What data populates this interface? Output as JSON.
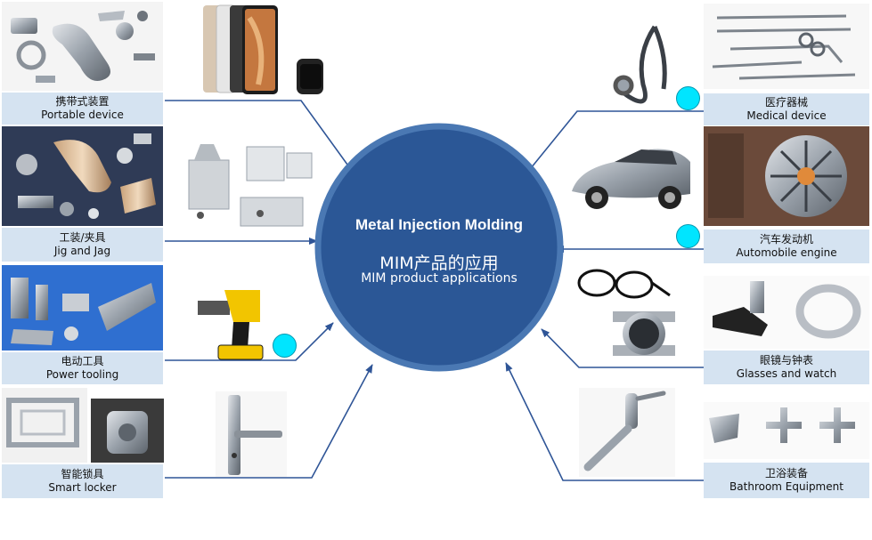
{
  "hub": {
    "title": "Metal Injection Molding",
    "subtitle_cn": "MIM产品的应用",
    "subtitle_en": "MIM product applications"
  },
  "categories": {
    "portable": {
      "cn": "携带式装置",
      "en": "Portable device"
    },
    "jig": {
      "cn": "工装/夹具",
      "en": "Jig and Jag"
    },
    "power": {
      "cn": "电动工具",
      "en": "Power tooling"
    },
    "locker": {
      "cn": "智能锁具",
      "en": "Smart locker"
    },
    "medical": {
      "cn": "医疗器械",
      "en": "Medical device"
    },
    "auto": {
      "cn": "汽车发动机",
      "en": "Automobile engine"
    },
    "glasses": {
      "cn": "眼镜与钟表",
      "en": "Glasses and watch"
    },
    "bathroom": {
      "cn": "卫浴装备",
      "en": "Bathroom Equipment"
    }
  },
  "colors": {
    "hub_fill": "#2b5796",
    "hub_ring": "#4a78b3",
    "connector": "#2f5597",
    "label_bg": "#d5e3f1",
    "marker": "#00e5ff"
  }
}
